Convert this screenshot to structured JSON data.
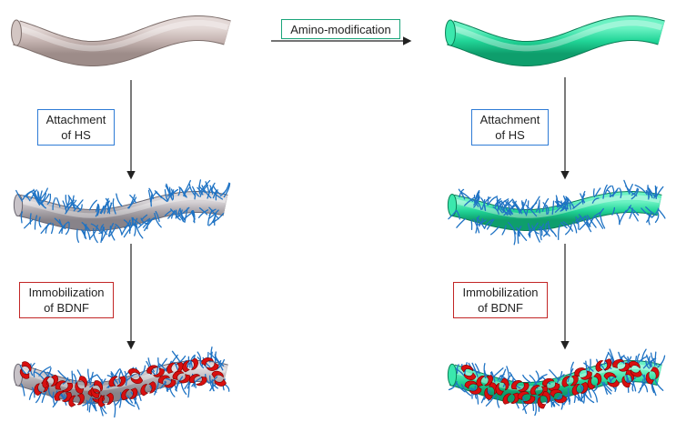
{
  "top_label": "Amino-modification",
  "labels": {
    "attach_left_line1": "Attachment",
    "attach_left_line2": "of HS",
    "attach_right_line1": "Attachment",
    "attach_right_line2": "of HS",
    "immob_left_line1": "Immobilization",
    "immob_left_line2": "of BDNF",
    "immob_right_line1": "Immobilization",
    "immob_right_line2": "of BDNF"
  },
  "colors": {
    "fiber_plain": "#c9b9b6",
    "fiber_amino": "#22d99a",
    "hs_strands": "#1f73c4",
    "bdnf": "#d80f0f",
    "box_blue": "#2e7bd6",
    "box_red": "#c22525",
    "box_green": "#1aa57a"
  }
}
